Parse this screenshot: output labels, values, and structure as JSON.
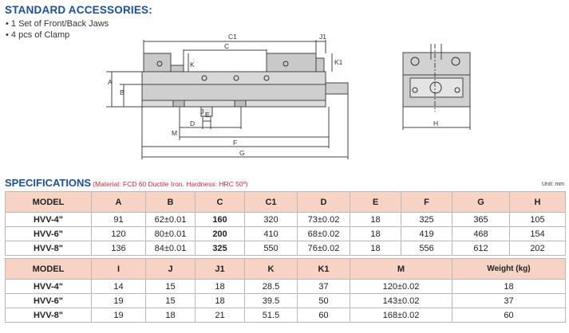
{
  "accessories": {
    "title": "STANDARD ACCESSORIES:",
    "items": [
      "• 1 Set of Front/Back Jaws",
      "• 4 pcs of Clamp"
    ]
  },
  "drawing": {
    "labels": {
      "C1": "C1",
      "C": "C",
      "J1": "J1",
      "K1": "K1",
      "K": "K",
      "A": "A",
      "B": "B",
      "J": "J",
      "E": "E",
      "D": "D",
      "M": "M",
      "F": "F",
      "G": "G",
      "H": "H"
    }
  },
  "specs": {
    "title": "SPECIFICATIONS",
    "note": "(Material: FCD 60 Ductile Iron. Hardness: HRC 50º)",
    "unit": "Unit: mm",
    "table1": {
      "headers": [
        "MODEL",
        "A",
        "B",
        "C",
        "C1",
        "D",
        "E",
        "F",
        "G",
        "H"
      ],
      "rows": [
        [
          "HVV-4\"",
          "91",
          "62±0.01",
          "160",
          "320",
          "73±0.02",
          "18",
          "325",
          "365",
          "105"
        ],
        [
          "HVV-6\"",
          "120",
          "80±0.01",
          "200",
          "410",
          "68±0.02",
          "18",
          "419",
          "468",
          "154"
        ],
        [
          "HVV-8\"",
          "136",
          "84±0.01",
          "325",
          "550",
          "76±0.02",
          "18",
          "556",
          "612",
          "202"
        ]
      ]
    },
    "table2": {
      "headers": [
        "MODEL",
        "I",
        "J",
        "J1",
        "K",
        "K1",
        "M",
        "Weight (kg)"
      ],
      "rows": [
        [
          "HVV-4\"",
          "14",
          "15",
          "18",
          "28.5",
          "37",
          "120±0.02",
          "18"
        ],
        [
          "HVV-6\"",
          "19",
          "15",
          "18",
          "39.5",
          "50",
          "143±0.02",
          "37"
        ],
        [
          "HVV-8\"",
          "19",
          "18",
          "21",
          "51.5",
          "60",
          "168±0.02",
          "60"
        ]
      ]
    }
  }
}
